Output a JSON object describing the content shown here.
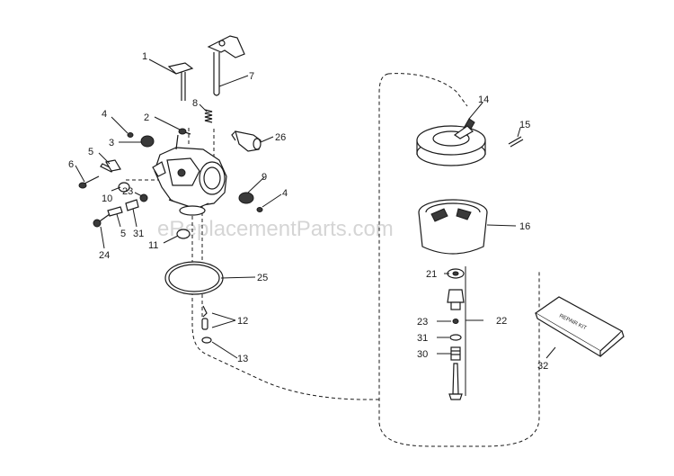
{
  "watermark": "eReplacementParts.com",
  "repair_kit_text": "REPAIR KIT",
  "callouts": [
    {
      "id": "c1",
      "text": "1"
    },
    {
      "id": "c2",
      "text": "2"
    },
    {
      "id": "c3",
      "text": "3"
    },
    {
      "id": "c4a",
      "text": "4"
    },
    {
      "id": "c4b",
      "text": "4"
    },
    {
      "id": "c5a",
      "text": "5"
    },
    {
      "id": "c5b",
      "text": "5"
    },
    {
      "id": "c6",
      "text": "6"
    },
    {
      "id": "c7",
      "text": "7"
    },
    {
      "id": "c8",
      "text": "8"
    },
    {
      "id": "c9",
      "text": "9"
    },
    {
      "id": "c10",
      "text": "10"
    },
    {
      "id": "c11",
      "text": "11"
    },
    {
      "id": "c12",
      "text": "12"
    },
    {
      "id": "c13",
      "text": "13"
    },
    {
      "id": "c14",
      "text": "14"
    },
    {
      "id": "c15",
      "text": "15"
    },
    {
      "id": "c16",
      "text": "16"
    },
    {
      "id": "c21",
      "text": "21"
    },
    {
      "id": "c22",
      "text": "22"
    },
    {
      "id": "c23a",
      "text": "23"
    },
    {
      "id": "c23b",
      "text": "23"
    },
    {
      "id": "c24",
      "text": "24"
    },
    {
      "id": "c25",
      "text": "25"
    },
    {
      "id": "c26",
      "text": "26"
    },
    {
      "id": "c30",
      "text": "30"
    },
    {
      "id": "c31a",
      "text": "31"
    },
    {
      "id": "c31b",
      "text": "31"
    },
    {
      "id": "c32",
      "text": "32"
    }
  ]
}
